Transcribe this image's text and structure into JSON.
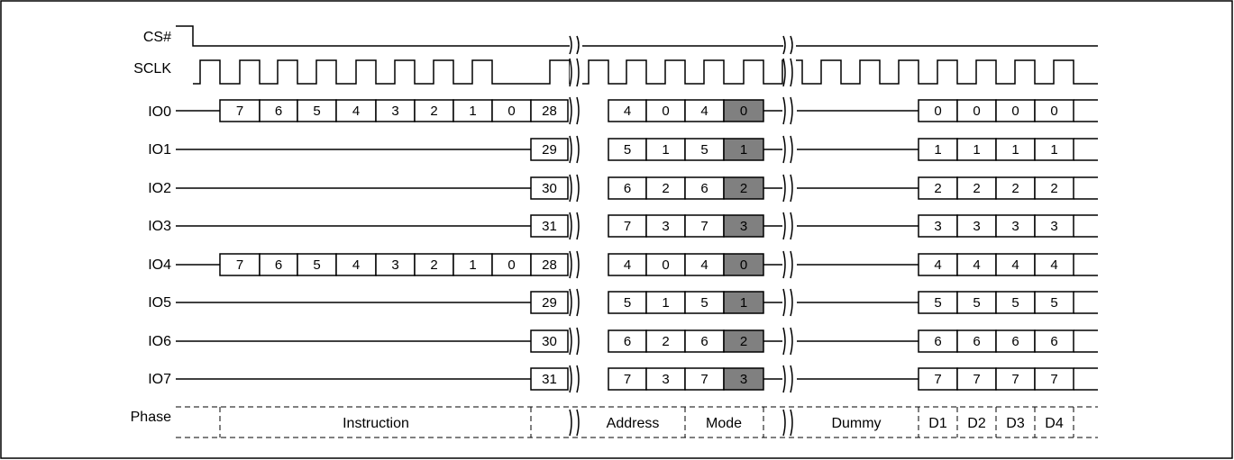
{
  "signals": {
    "cs": "CS#",
    "sclk": "SCLK",
    "io": [
      "IO0",
      "IO1",
      "IO2",
      "IO3",
      "IO4",
      "IO5",
      "IO6",
      "IO7"
    ],
    "phase": "Phase"
  },
  "instruction_bits": [
    "7",
    "6",
    "5",
    "4",
    "3",
    "2",
    "1",
    "0"
  ],
  "address_start": [
    "28",
    "29",
    "30",
    "31",
    "28",
    "29",
    "30",
    "31"
  ],
  "address_bits": [
    [
      "4",
      "0",
      "4"
    ],
    [
      "5",
      "1",
      "5"
    ],
    [
      "6",
      "2",
      "6"
    ],
    [
      "7",
      "3",
      "7"
    ],
    [
      "4",
      "0",
      "4"
    ],
    [
      "5",
      "1",
      "5"
    ],
    [
      "6",
      "2",
      "6"
    ],
    [
      "7",
      "3",
      "7"
    ]
  ],
  "mode_bits": [
    "0",
    "1",
    "2",
    "3",
    "0",
    "1",
    "2",
    "3"
  ],
  "data_bits": [
    [
      "0",
      "0",
      "0",
      "0"
    ],
    [
      "1",
      "1",
      "1",
      "1"
    ],
    [
      "2",
      "2",
      "2",
      "2"
    ],
    [
      "3",
      "3",
      "3",
      "3"
    ],
    [
      "4",
      "4",
      "4",
      "4"
    ],
    [
      "5",
      "5",
      "5",
      "5"
    ],
    [
      "6",
      "6",
      "6",
      "6"
    ],
    [
      "7",
      "7",
      "7",
      "7"
    ]
  ],
  "phases": {
    "instruction": "Instruction",
    "address": "Address",
    "mode": "Mode",
    "dummy": "Dummy",
    "data": [
      "D1",
      "D2",
      "D3",
      "D4"
    ]
  },
  "colors": {
    "mode_fill": "#808080",
    "line": "#000000"
  }
}
